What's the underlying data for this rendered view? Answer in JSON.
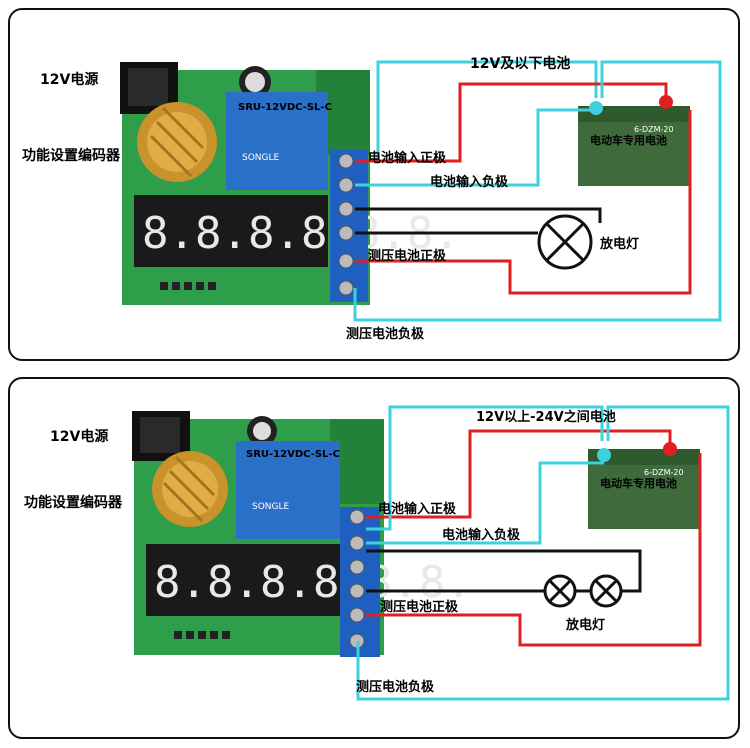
{
  "colors": {
    "pcb": "#2e9e4a",
    "pcb_dark": "#23813a",
    "relay": "#2a6fc8",
    "terminal": "#1f5fc0",
    "battery": "#3f6a3c",
    "wire_red": "#e02020",
    "wire_cyan": "#3fd0e0",
    "wire_black": "#111111",
    "display": "#1a1a1a",
    "segment": "#e8e8e8",
    "knob": "#c9922a"
  },
  "top": {
    "power_label": "12V电源",
    "encoder_label": "功能设置编码器",
    "battery_title": "12V及以下电池",
    "in_pos": "电池输入正极",
    "in_neg": "电池输入负极",
    "lamp_label": "放电灯",
    "meas_pos": "测压电池正极",
    "meas_neg": "测压电池负极",
    "relay_text": "SRU-12VDC-SL-C",
    "relay_brand": "SONGLE",
    "battery_brand": "电动车专用电池",
    "battery_model": "6-DZM-20",
    "display_digits": "8.8.8.8.8.8."
  },
  "bottom": {
    "power_label": "12V电源",
    "encoder_label": "功能设置编码器",
    "battery_title": "12V以上-24V之间电池",
    "in_pos": "电池输入正极",
    "in_neg": "电池输入负极",
    "lamp_label": "放电灯",
    "meas_pos": "测压电池正极",
    "meas_neg": "测压电池负极",
    "relay_text": "SRU-12VDC-SL-C",
    "relay_brand": "SONGLE",
    "battery_brand": "电动车专用电池",
    "battery_model": "6-DZM-20",
    "display_digits": "8.8.8.8.8.8."
  }
}
